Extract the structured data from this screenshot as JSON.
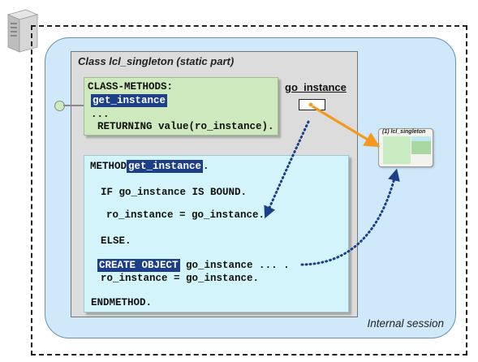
{
  "diagram": {
    "class_title": "Class lcl_singleton (static part)",
    "session_label": "Internal session",
    "static_decl": {
      "line1": "CLASS-METHODS:",
      "method": "get_instance",
      "line3": "...",
      "line4": "RETURNING value(ro_instance)."
    },
    "attribute_label": "go_instance",
    "object_label": "(1) lcl_singleton",
    "method_impl": {
      "method_kw": "METHOD",
      "method_name": "get_instance",
      "method_dot": ".",
      "if_line": "IF go_instance IS BOUND.",
      "assign1": "ro_instance = go_instance.",
      "else_line": "ELSE.",
      "create_kw": "CREATE OBJECT",
      "create_rest": "go_instance ... .",
      "assign2": "ro_instance = go_instance.",
      "endmethod": "ENDMETHOD."
    },
    "colors": {
      "session_bg": "#cfe9fb",
      "class_bg": "#dcdcdc",
      "decl_bg": "#cde9bd",
      "impl_bg": "#d4f4fb",
      "highlight": "#1d3f88",
      "arrow_orange": "#f39a1e",
      "arrow_blue": "#1d3f88"
    },
    "icons": [
      "server-icon"
    ]
  }
}
